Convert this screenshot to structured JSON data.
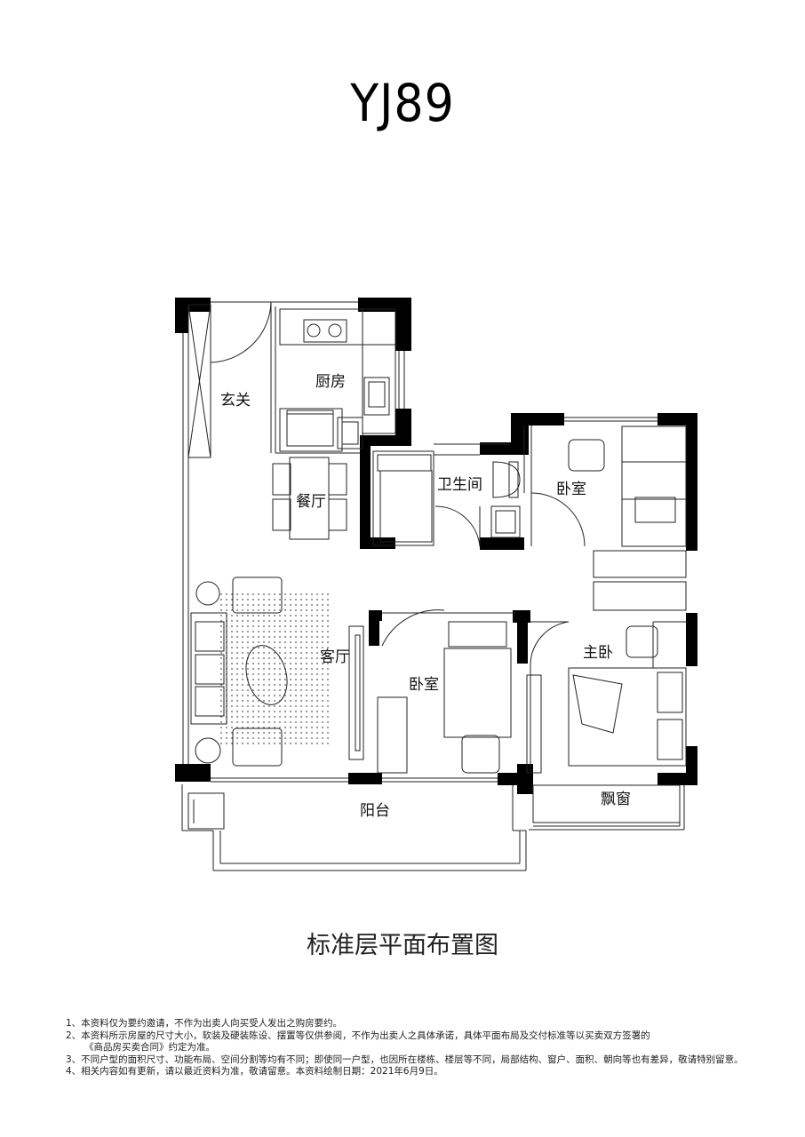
{
  "title": "YJ89",
  "plan_caption": "标准层平面布置图",
  "rooms": {
    "entrance": "玄关",
    "kitchen": "厨房",
    "dining": "餐厅",
    "bathroom": "卫生间",
    "bedroom_north": "卧室",
    "living": "客厅",
    "bedroom_middle": "卧室",
    "master_bedroom": "主卧",
    "balcony": "阳台",
    "bay_window": "飘窗"
  },
  "notes": [
    "1、本资料仅为要约邀请，不作为出卖人向买受人发出之购房要约。",
    "2、本资料所示房屋的尺寸大小，软装及硬装陈设、摆置等仅供参阅，不作为出卖人之具体承诺，具体平面布局及交付标准等以买卖双方签署的",
    "《商品房买卖合同》约定为准。",
    "3、不同户型的面积尺寸、功能布局、空间分割等均有不同；即使同一户型，也因所在楼栋、楼层等不同，局部结构、窗户、面积、朝向等也有差异，敬请特别留意。",
    "4、相关内容如有更新，请以最近资料为准，敬请留意。本资料绘制日期：2021年6月9日。"
  ]
}
